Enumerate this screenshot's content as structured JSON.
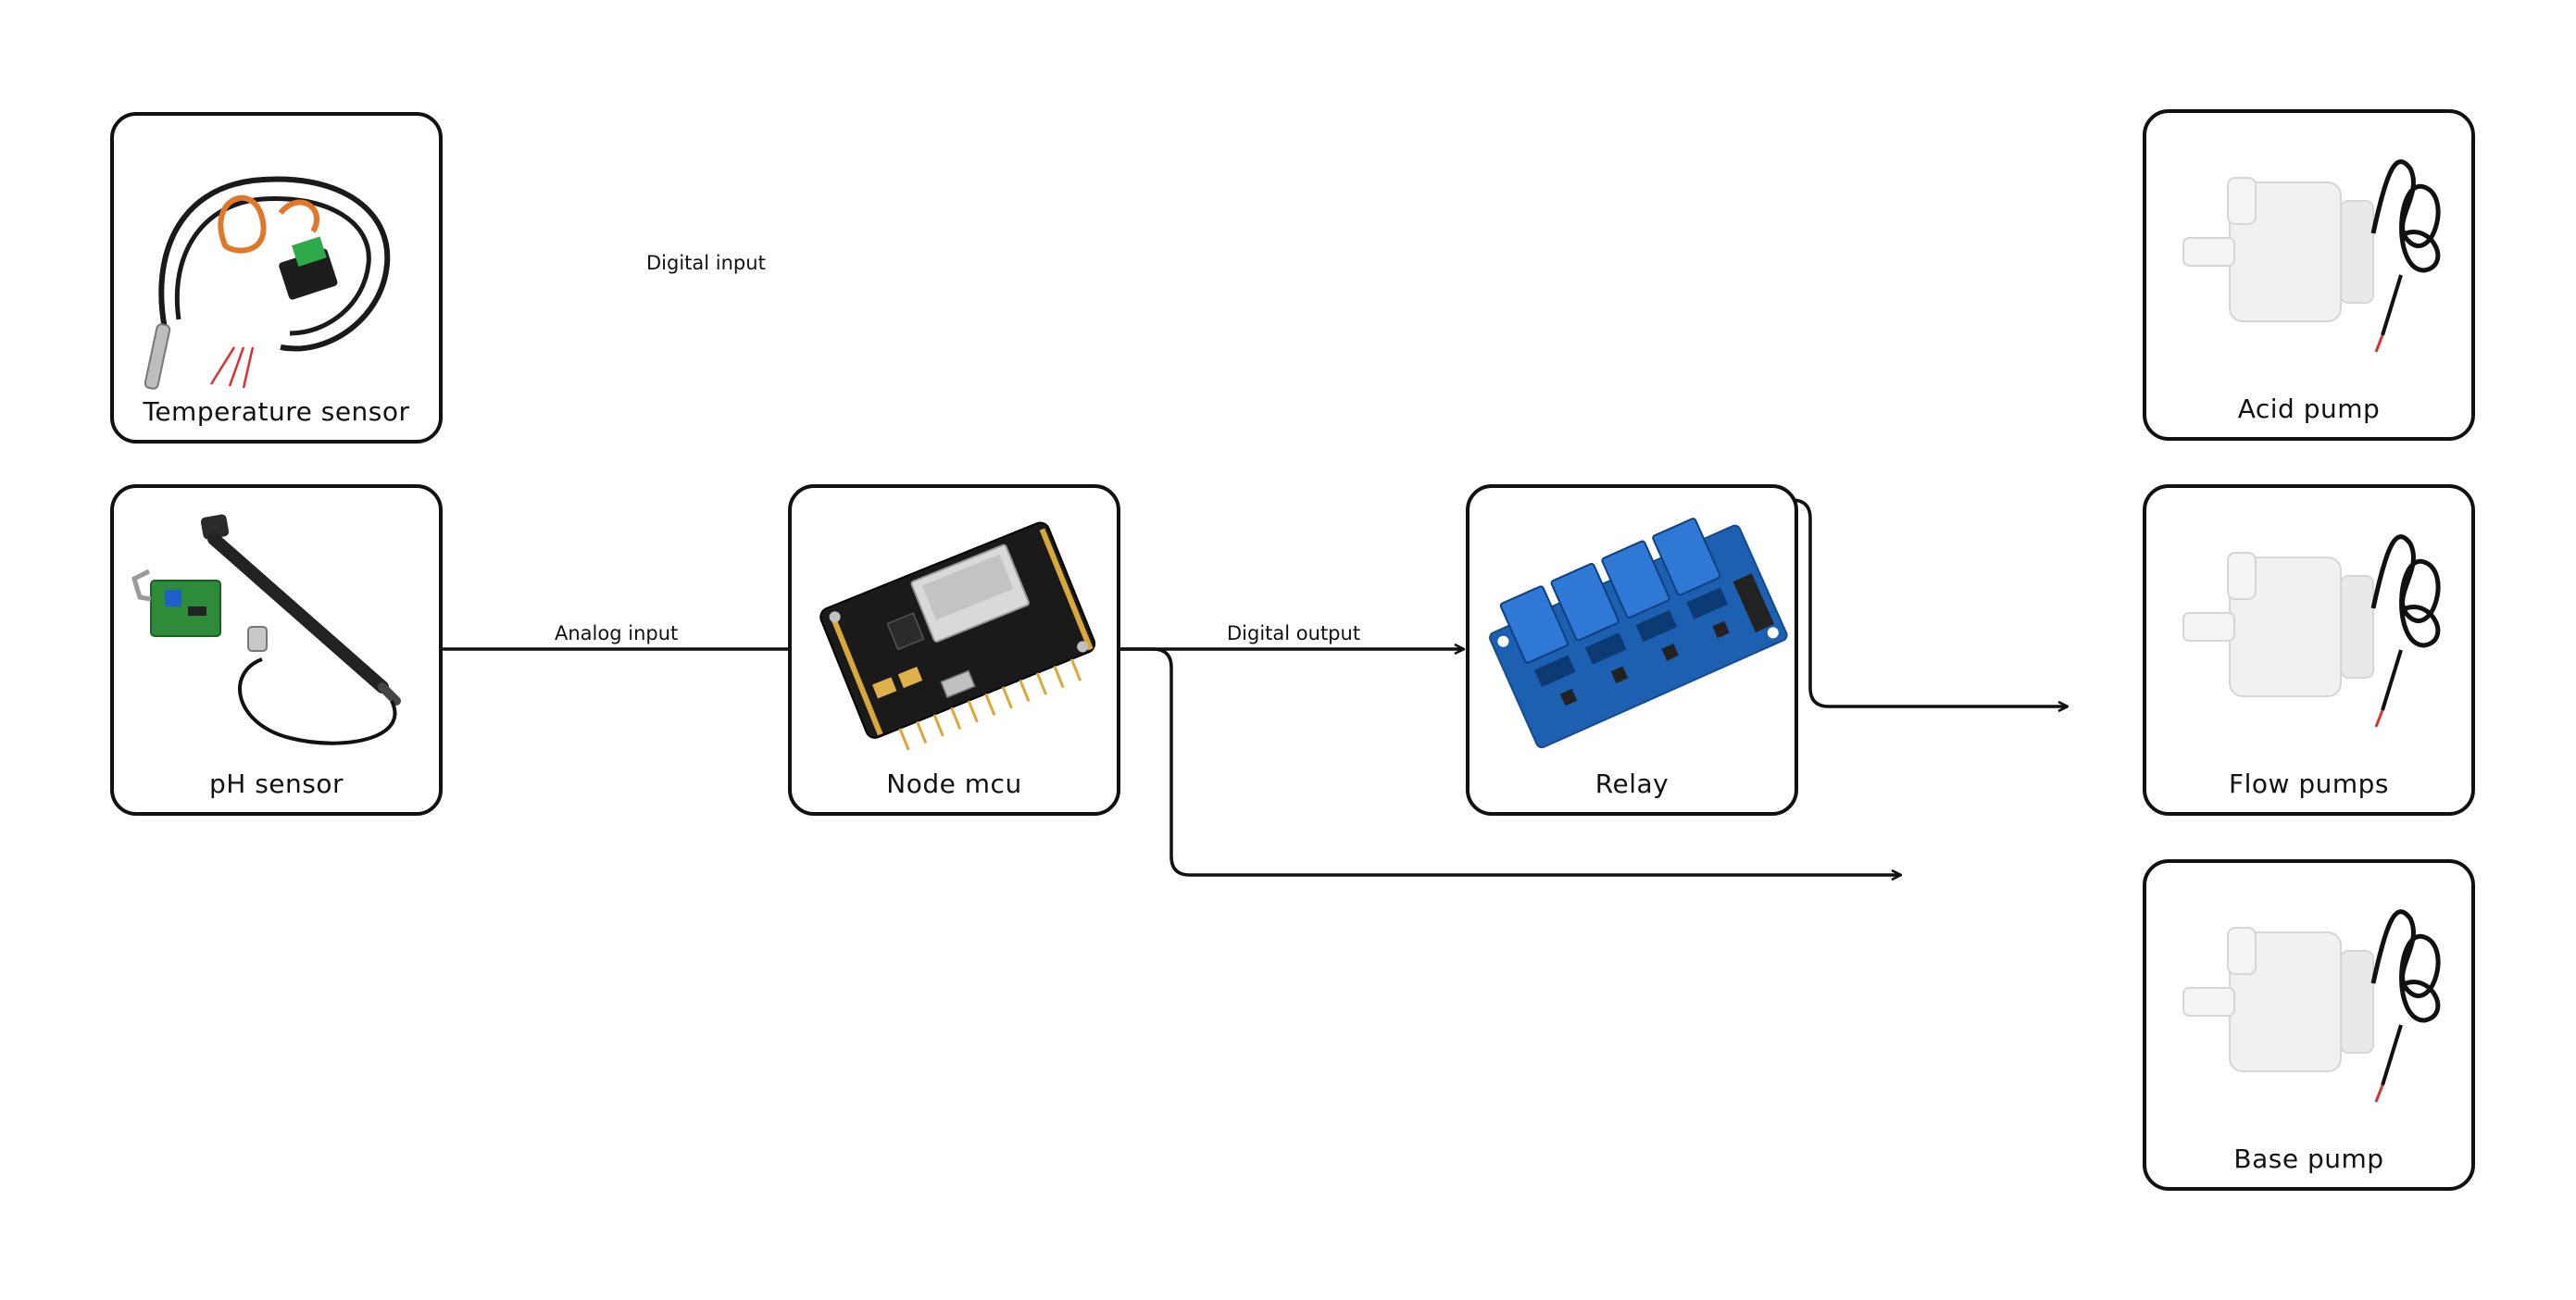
{
  "nodes": {
    "temperature_sensor": {
      "label": "Temperature sensor",
      "icon": "temperature-probe-icon"
    },
    "ph_sensor": {
      "label": "pH sensor",
      "icon": "ph-probe-icon"
    },
    "node_mcu": {
      "label": "Node mcu",
      "icon": "microcontroller-board-icon"
    },
    "relay": {
      "label": "Relay",
      "icon": "relay-module-icon"
    },
    "acid_pump": {
      "label": "Acid pump",
      "icon": "water-pump-icon"
    },
    "flow_pumps": {
      "label": "Flow pumps",
      "icon": "water-pump-icon"
    },
    "base_pump": {
      "label": "Base pump",
      "icon": "water-pump-icon"
    }
  },
  "edges": {
    "digital_input": {
      "label": "Digital input"
    },
    "analog_input": {
      "label": "Analog input"
    },
    "digital_output": {
      "label": "Digital output"
    }
  },
  "colors": {
    "stroke": "#111111",
    "relay_board": "#1d5fb0",
    "mcu_board": "#1a1a1a",
    "pump_body": "#f1f1f1"
  }
}
